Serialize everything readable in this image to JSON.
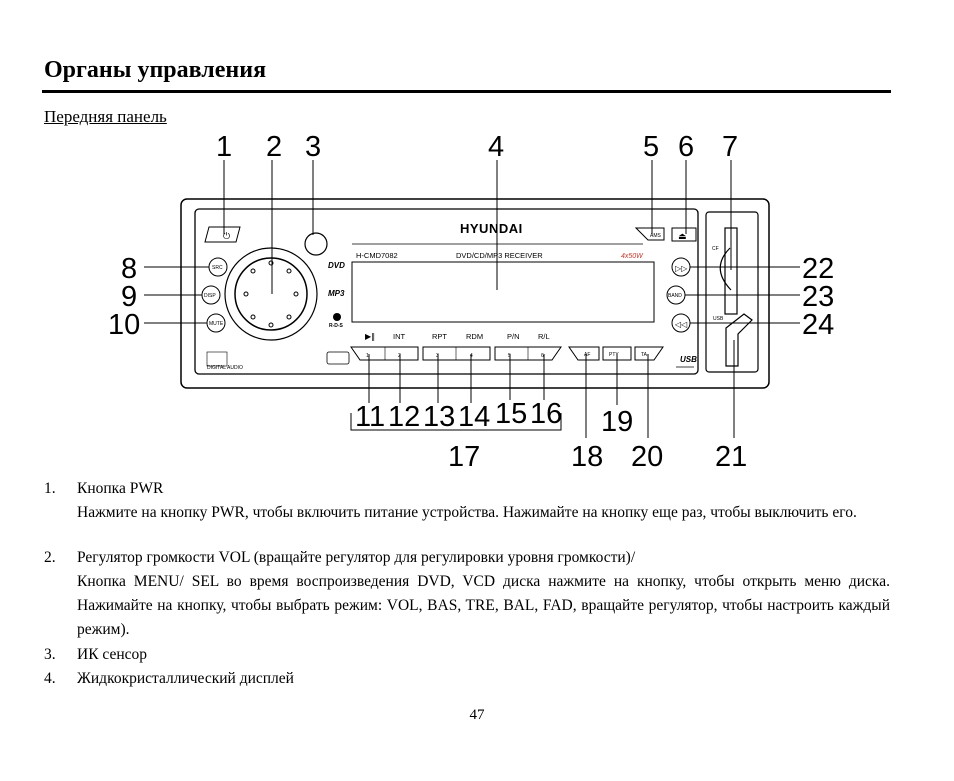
{
  "page": {
    "title": "Органы управления",
    "subtitle": "Передняя панель",
    "page_number": "47"
  },
  "panel": {
    "brand": "HYUNDAI",
    "model": "H-CMD7082",
    "product": "DVD/CD/MP3 RECEIVER",
    "power": "4x50W",
    "logo_dvd": "DVD",
    "logo_mp3": "MP3",
    "logo_rds": "R-D-S",
    "logo_usb": "USB",
    "btn_src": "SRC",
    "btn_disp": "DISP",
    "btn_mute": "MUTE",
    "btn_ams": "AMS",
    "btn_band": "BAND",
    "btn_af": "AF",
    "btn_pty": "PTY",
    "btn_ta": "TA",
    "cf_label": "CF",
    "usb_label": "USB",
    "fn_int": "INT",
    "fn_rpt": "RPT",
    "fn_rdm": "RDM",
    "fn_pn": "P/N",
    "fn_rl": "R/L",
    "preset_1": "1",
    "preset_2": "2",
    "preset_3": "3",
    "preset_4": "4",
    "preset_5": "5",
    "preset_6": "6",
    "small_label": "DIGITAL AUDIO"
  },
  "callouts": [
    "1",
    "2",
    "3",
    "4",
    "5",
    "6",
    "7",
    "8",
    "9",
    "10",
    "11",
    "12",
    "13",
    "14",
    "15",
    "16",
    "17",
    "18",
    "19",
    "20",
    "21",
    "22",
    "23",
    "24"
  ],
  "items": [
    {
      "num": "1.",
      "title": "Кнопка PWR",
      "desc": "Нажмите на кнопку PWR, чтобы включить питание устройства. Нажимайте на кнопку еще раз, чтобы выключить его."
    },
    {
      "num": "2.",
      "title": "Регулятор громкости VOL (вращайте регулятор для регулировки уровня громкости)/",
      "desc": "Кнопка MENU/ SEL во время воспроизведения DVD, VCD диска нажмите на кнопку, чтобы открыть меню диска. Нажимайте на кнопку, чтобы выбрать режим: VOL, BAS, TRE, BAL, FAD, вращайте регулятор, чтобы настроить каждый режим)."
    },
    {
      "num": "3.",
      "title": "ИК сенсор",
      "desc": ""
    },
    {
      "num": "4.",
      "title": "Жидкокристаллический дисплей",
      "desc": ""
    }
  ]
}
